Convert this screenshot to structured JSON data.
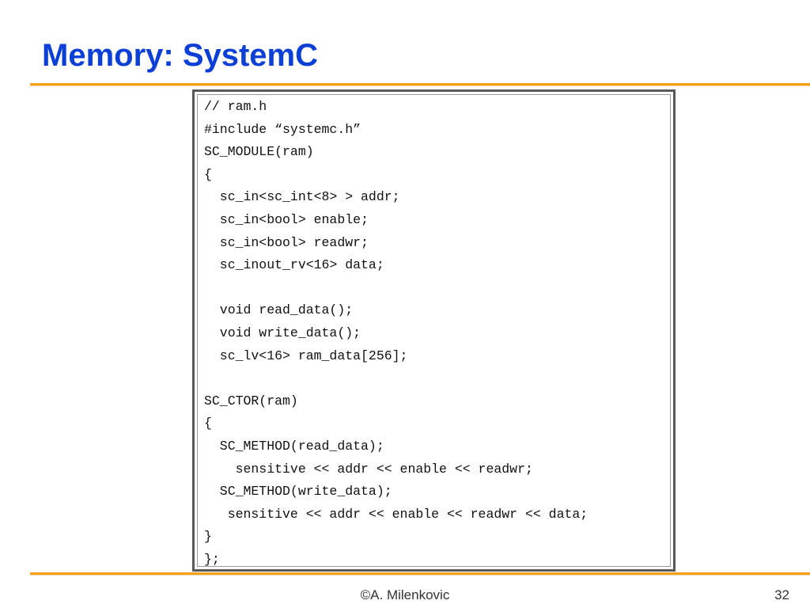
{
  "slide": {
    "title": "Memory: SystemC",
    "footer_author": "©A. Milenkovic",
    "page_number": "32",
    "accent_color": "#f2a21a",
    "title_color": "#0b3fd6"
  },
  "code": {
    "lines": [
      "// ram.h",
      "#include “systemc.h”",
      "SC_MODULE(ram)",
      "{",
      "  sc_in<sc_int<8> > addr;",
      "  sc_in<bool> enable;",
      "  sc_in<bool> readwr;",
      "  sc_inout_rv<16> data;",
      "",
      "  void read_data();",
      "  void write_data();",
      "  sc_lv<16> ram_data[256];",
      "",
      "SC_CTOR(ram)",
      "{",
      "  SC_METHOD(read_data);",
      "    sensitive << addr << enable << readwr;",
      "  SC_METHOD(write_data);",
      "   sensitive << addr << enable << readwr << data;",
      "}",
      "};"
    ]
  }
}
